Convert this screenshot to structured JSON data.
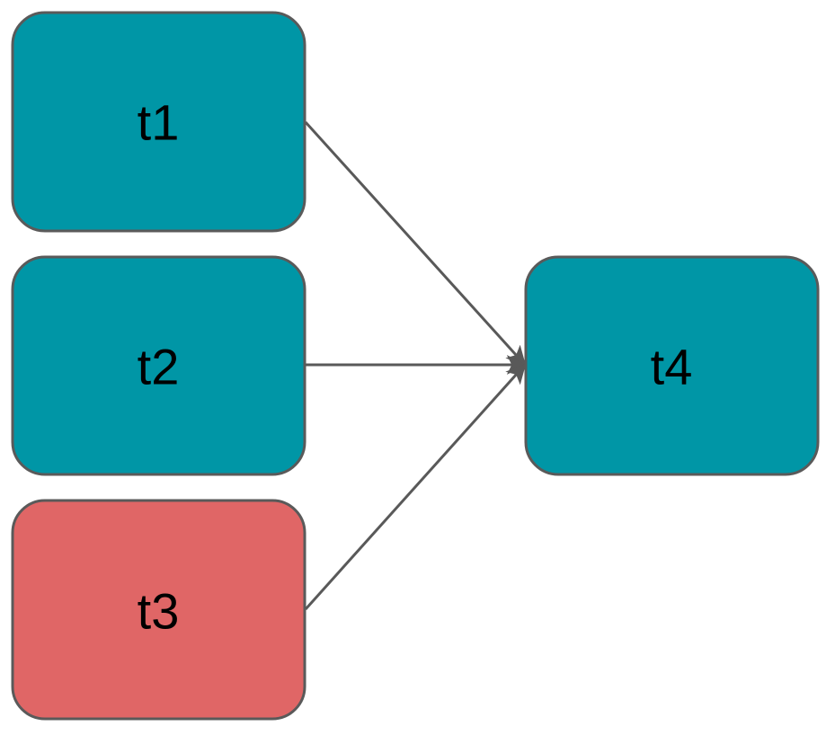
{
  "colors": {
    "node_default": "#0096a6",
    "node_highlight": "#e06666",
    "node_stroke": "#5a5a5a",
    "edge": "#595959"
  },
  "nodes": [
    {
      "id": "t1",
      "label": "t1",
      "status": "default"
    },
    {
      "id": "t2",
      "label": "t2",
      "status": "default"
    },
    {
      "id": "t3",
      "label": "t3",
      "status": "highlight"
    },
    {
      "id": "t4",
      "label": "t4",
      "status": "default"
    }
  ],
  "edges": [
    {
      "from": "t1",
      "to": "t4"
    },
    {
      "from": "t2",
      "to": "t4"
    },
    {
      "from": "t3",
      "to": "t4"
    }
  ]
}
